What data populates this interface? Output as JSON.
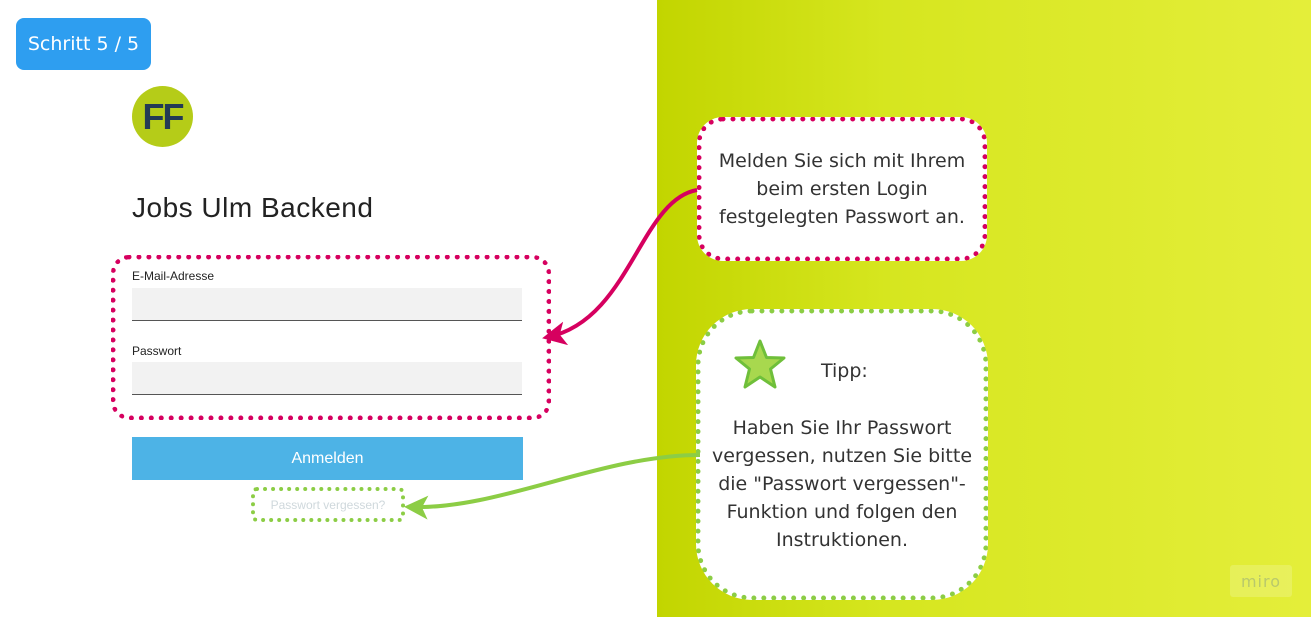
{
  "badge": {
    "step": "Schritt 5 / 5"
  },
  "logo": {
    "text": "FF"
  },
  "app": {
    "title": "Jobs Ulm Backend"
  },
  "form": {
    "email_label": "E-Mail-Adresse",
    "email_value": "",
    "password_label": "Passwort",
    "password_value": "",
    "login_label": "Anmelden",
    "forgot_label": "Passwort vergessen?"
  },
  "note": {
    "text": "Melden Sie sich mit Ihrem beim ersten Login festgelegten Passwort an."
  },
  "tip": {
    "title": "Tipp:",
    "text": "Haben Sie Ihr Passwort vergessen, nutzen Sie bitte die \"Passwort vergessen\"-Funktion und folgen den Instruktionen."
  },
  "watermark": {
    "text": "miro"
  },
  "colors": {
    "accent_pink": "#d6005f",
    "accent_green": "#8ccd45",
    "login_button": "#4db3e6",
    "step_badge": "#2e9ef0",
    "logo_bg": "#b5cc18"
  },
  "icons": {
    "tip": "star-icon"
  }
}
